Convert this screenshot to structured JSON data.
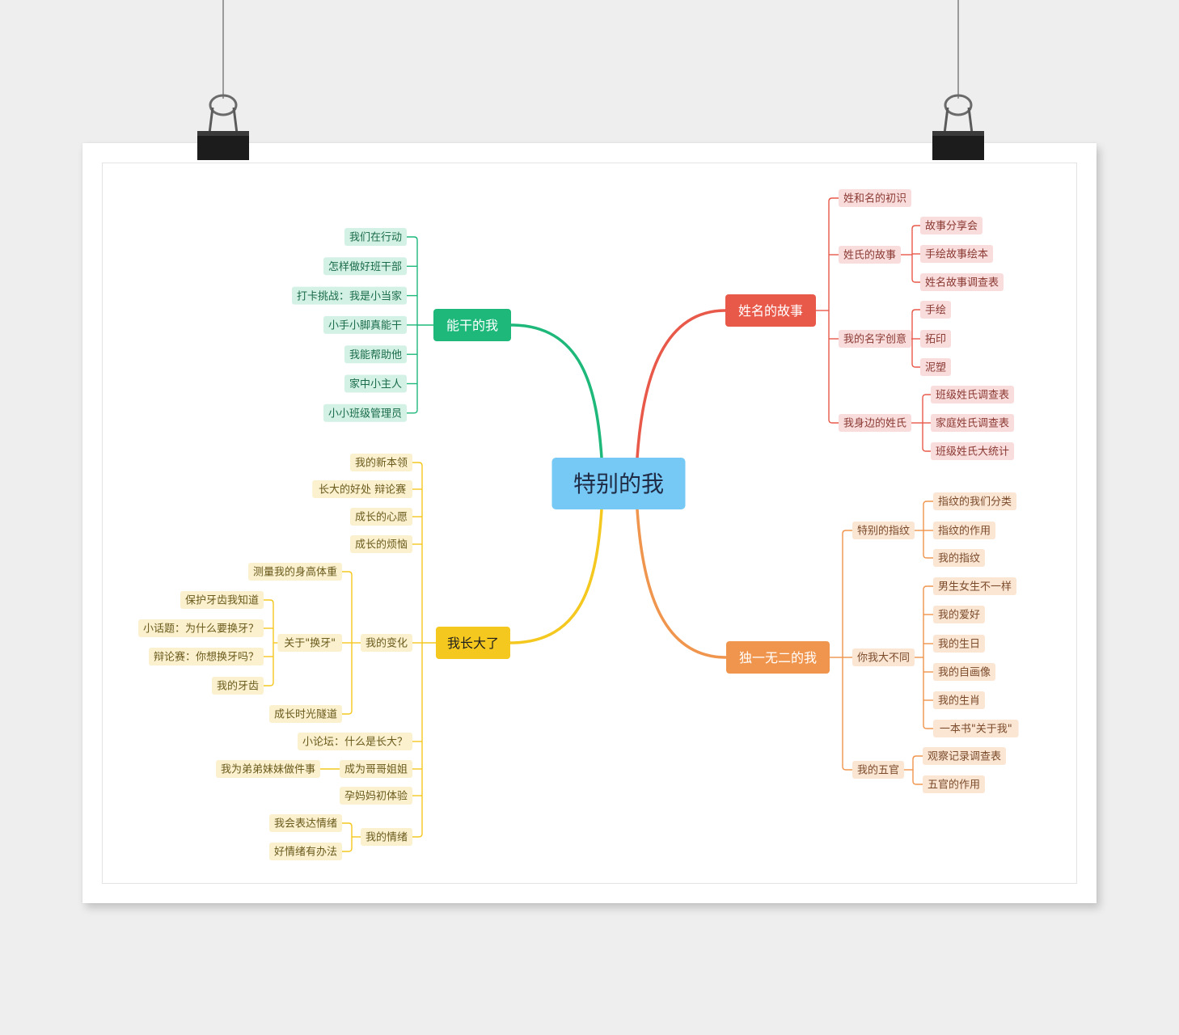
{
  "colors": {
    "background": "#eeeeee",
    "poster": "#ffffff",
    "center_fill": "#76c8f5",
    "center_text": "#1f2a44",
    "branches": {
      "nenggan": "#1db87a",
      "xingming": "#e8594a",
      "zhangda": "#f4c81e",
      "duyi": "#f0954d"
    },
    "leaf_fill": {
      "nenggan": "#d3f1e5",
      "xingming": "#f9dcdc",
      "zhangda": "#fbf1cf",
      "duyi": "#fbe6d4"
    },
    "leaf_text": {
      "nenggan": "#1a6b4a",
      "xingming": "#8a3a33",
      "zhangda": "#6a5a1c",
      "duyi": "#7a4a2a"
    }
  },
  "center": {
    "label": "特别的我"
  },
  "branches": {
    "nenggan": {
      "label": "能干的我",
      "items": [
        "我们在行动",
        "怎样做好班干部",
        "打卡挑战：我是小当家",
        "小手小脚真能干",
        "我能帮助他",
        "家中小主人",
        "小小班级管理员"
      ]
    },
    "xingming": {
      "label": "姓名的故事",
      "items": [
        {
          "label": "姓和名的初识",
          "children": []
        },
        {
          "label": "姓氏的故事",
          "children": [
            "故事分享会",
            "手绘故事绘本",
            "姓名故事调查表"
          ]
        },
        {
          "label": "我的名字创意",
          "children": [
            "手绘",
            "拓印",
            "泥塑"
          ]
        },
        {
          "label": "我身边的姓氏",
          "children": [
            "班级姓氏调查表",
            "家庭姓氏调查表",
            "班级姓氏大统计"
          ]
        }
      ]
    },
    "zhangda": {
      "label": "我长大了",
      "items": [
        {
          "label": "我的新本领",
          "children": []
        },
        {
          "label": "长大的好处 辩论赛",
          "children": []
        },
        {
          "label": "成长的心愿",
          "children": []
        },
        {
          "label": "成长的烦恼",
          "children": []
        },
        {
          "label": "我的变化",
          "children": [
            {
              "label": "测量我的身高体重",
              "children": []
            },
            {
              "label": "关于\"换牙\"",
              "children": [
                "保护牙齿我知道",
                "小话题：为什么要换牙？",
                "辩论赛：你想换牙吗？",
                "我的牙齿"
              ]
            },
            {
              "label": "成长时光隧道",
              "children": []
            }
          ]
        },
        {
          "label": "小论坛：什么是长大？",
          "children": []
        },
        {
          "label": "成为哥哥姐姐",
          "children": [
            {
              "label": "我为弟弟妹妹做件事",
              "children": []
            }
          ]
        },
        {
          "label": "孕妈妈初体验",
          "children": []
        },
        {
          "label": "我的情绪",
          "children": [
            {
              "label": "我会表达情绪",
              "children": []
            },
            {
              "label": "好情绪有办法",
              "children": []
            }
          ]
        }
      ]
    },
    "duyi": {
      "label": "独一无二的我",
      "items": [
        {
          "label": "特别的指纹",
          "children": [
            "指纹的我们分类",
            "指纹的作用",
            "我的指纹"
          ]
        },
        {
          "label": "你我大不同",
          "children": [
            "男生女生不一样",
            "我的爱好",
            "我的生日",
            "我的自画像",
            "我的生肖",
            "一本书\"关于我\""
          ]
        },
        {
          "label": "我的五官",
          "children": [
            "观察记录调查表",
            "五官的作用"
          ]
        }
      ]
    }
  }
}
